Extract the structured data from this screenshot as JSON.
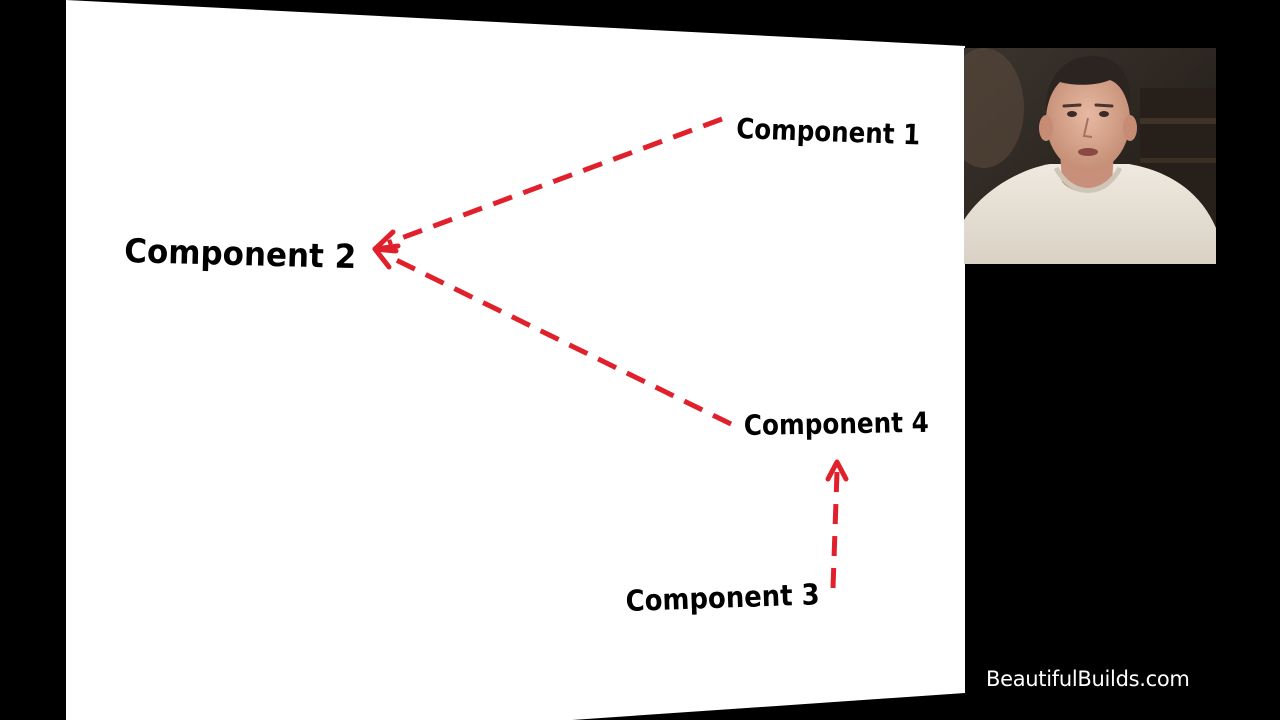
{
  "diagram": {
    "nodes": [
      {
        "id": "c1",
        "label": "Component 1"
      },
      {
        "id": "c2",
        "label": "Component 2"
      },
      {
        "id": "c3",
        "label": "Component 3"
      },
      {
        "id": "c4",
        "label": "Component 4"
      }
    ],
    "edges": [
      {
        "from": "c1",
        "to": "c2",
        "style": "dashed"
      },
      {
        "from": "c4",
        "to": "c2",
        "style": "dashed"
      },
      {
        "from": "c3",
        "to": "c4",
        "style": "dashed"
      }
    ],
    "arrow_color": "#e0202a"
  },
  "colors": {
    "slide_background": "#ffffff",
    "page_background": "#000000",
    "text": "#000000"
  },
  "webcam": {
    "content": "presenter video feed"
  },
  "watermark": {
    "text": "BeautifulBuilds.com"
  }
}
